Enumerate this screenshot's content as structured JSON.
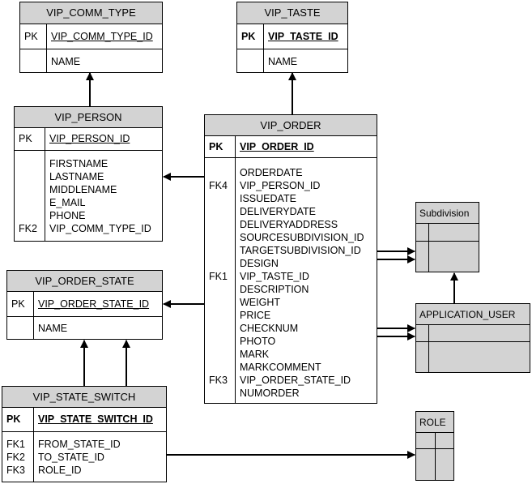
{
  "entities": {
    "vip_comm_type": {
      "title": "VIP_COMM_TYPE",
      "pk_label": "PK",
      "pk_field": "VIP_COMM_TYPE_ID",
      "fields": "NAME"
    },
    "vip_taste": {
      "title": "VIP_TASTE",
      "pk_label": "PK",
      "pk_field": "VIP_TASTE_ID",
      "fields": "NAME"
    },
    "vip_person": {
      "title": "VIP_PERSON",
      "pk_label": "PK",
      "pk_field": "VIP_PERSON_ID",
      "key_labels": "\n\n\n\n\nFK2",
      "fields": "FIRSTNAME\nLASTNAME\nMIDDLENAME\nE_MAIL\nPHONE\nVIP_COMM_TYPE_ID"
    },
    "vip_order": {
      "title": "VIP_ORDER",
      "pk_label": "PK",
      "pk_field": "VIP_ORDER_ID",
      "key_labels": "\nFK4\n\n\n\n\n\n\nFK1\n\n\n\n\n\n\n\nFK3",
      "fields": "ORDERDATE\nVIP_PERSON_ID\nISSUEDATE\nDELIVERYDATE\nDELIVERYADDRESS\nSOURCESUBDIVISION_ID\nTARGETSUBDIVISION_ID\nDESIGN\nVIP_TASTE_ID\nDESCRIPTION\nWEIGHT\nPRICE\nCHECKNUM\nPHOTO\nMARK\nMARKCOMMENT\nVIP_ORDER_STATE_ID\nNUMORDER"
    },
    "vip_order_state": {
      "title": "VIP_ORDER_STATE",
      "pk_label": "PK",
      "pk_field": "VIP_ORDER_STATE_ID",
      "fields": "NAME"
    },
    "vip_state_switch": {
      "title": "VIP_STATE_SWITCH",
      "pk_label": "PK",
      "pk_field": "VIP_STATE_SWITCH_ID",
      "key_labels": "FK1\nFK2\nFK3",
      "fields": "FROM_STATE_ID\nTO_STATE_ID\nROLE_ID"
    },
    "subdivision": {
      "title": "Subdivision"
    },
    "application_user": {
      "title": "APPLICATION_USER"
    },
    "role": {
      "title": "ROLE"
    }
  }
}
